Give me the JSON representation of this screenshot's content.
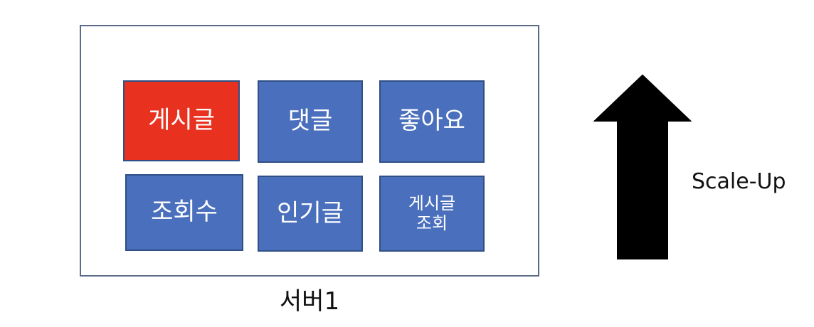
{
  "server": {
    "label": "서버1"
  },
  "modules": [
    {
      "label": "게시글",
      "color": "#e8321f"
    },
    {
      "label": "댓글",
      "color": "#4a6fbd"
    },
    {
      "label": "좋아요",
      "color": "#4a6fbd"
    },
    {
      "label": "조회수",
      "color": "#4a6fbd"
    },
    {
      "label": "인기글",
      "color": "#4a6fbd"
    },
    {
      "label": "게시글\n조회",
      "color": "#4a6fbd"
    }
  ],
  "scale": {
    "label": "Scale-Up",
    "arrow_color": "#000000"
  }
}
